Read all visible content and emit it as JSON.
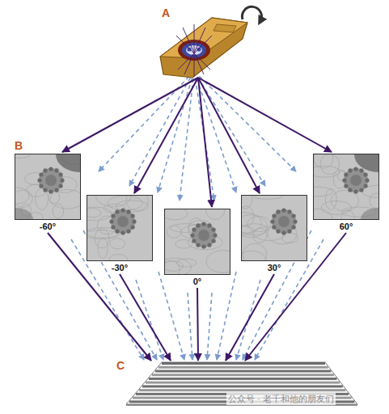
{
  "diagram": {
    "nodes": [
      {
        "text": [
          "A"
        ]
      },
      {
        "text": [
          "-60°"
        ]
      },
      {
        "text": [
          "-30°"
        ]
      },
      {
        "text": [
          "0°"
        ]
      },
      {
        "text": [
          "30°"
        ]
      },
      {
        "text": [
          "60°"
        ]
      },
      {
        "text": [
          "C"
        ]
      }
    ],
    "edges": [
      {
        "from": 0,
        "to": 1,
        "arrow": "to"
      },
      {
        "from": 0,
        "to": 2,
        "arrow": "to"
      },
      {
        "from": 0,
        "to": 3,
        "arrow": "to"
      },
      {
        "from": 0,
        "to": 4,
        "arrow": "to"
      },
      {
        "from": 0,
        "to": 5,
        "arrow": "to"
      },
      {
        "from": 1,
        "to": 6,
        "arrow": "to"
      },
      {
        "from": 2,
        "to": 6,
        "arrow": "to"
      },
      {
        "from": 3,
        "to": 6,
        "arrow": "to"
      },
      {
        "from": 4,
        "to": 6,
        "arrow": "to"
      },
      {
        "from": 5,
        "to": 6,
        "arrow": "to"
      }
    ],
    "labels": [
      "B",
      "公众号 · 老千和他的朋友们"
    ]
  }
}
